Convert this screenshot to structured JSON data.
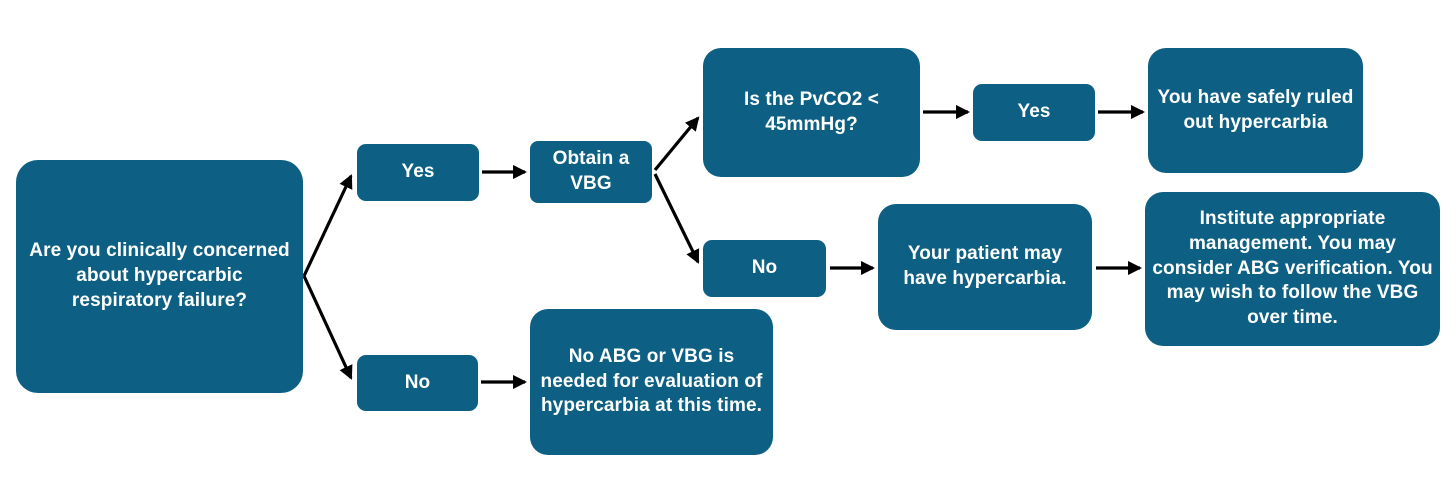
{
  "flowchart": {
    "type": "decision-flowchart",
    "topic": "Evaluation of hypercarbia using VBG",
    "colors": {
      "node_fill": "#0d6083",
      "node_text": "#ffffff",
      "arrow": "#000000",
      "background": "#ffffff"
    },
    "nodes": {
      "start": {
        "label": "Are you clinically concerned about hypercarbic respiratory failure?"
      },
      "yes1": {
        "label": "Yes"
      },
      "obtain_vbg": {
        "label": "Obtain a VBG"
      },
      "pvco2": {
        "label": "Is the PvCO2 < 45mmHg?"
      },
      "yes2": {
        "label": "Yes"
      },
      "ruled_out": {
        "label": "You have safely ruled out hypercarbia"
      },
      "no2": {
        "label": "No"
      },
      "may_have": {
        "label": "Your patient may have hypercarbia."
      },
      "institute": {
        "label": "Institute appropriate management. You may consider ABG verification. You may wish to follow the VBG over time."
      },
      "no1": {
        "label": "No"
      },
      "no_test": {
        "label": "No ABG or VBG is needed for evaluation of hypercarbia at this time."
      }
    },
    "edges": [
      {
        "from": "start",
        "to": "yes1"
      },
      {
        "from": "start",
        "to": "no1"
      },
      {
        "from": "yes1",
        "to": "obtain_vbg"
      },
      {
        "from": "obtain_vbg",
        "to": "pvco2"
      },
      {
        "from": "obtain_vbg",
        "to": "no2"
      },
      {
        "from": "pvco2",
        "to": "yes2"
      },
      {
        "from": "yes2",
        "to": "ruled_out"
      },
      {
        "from": "no2",
        "to": "may_have"
      },
      {
        "from": "may_have",
        "to": "institute"
      },
      {
        "from": "no1",
        "to": "no_test"
      }
    ]
  }
}
